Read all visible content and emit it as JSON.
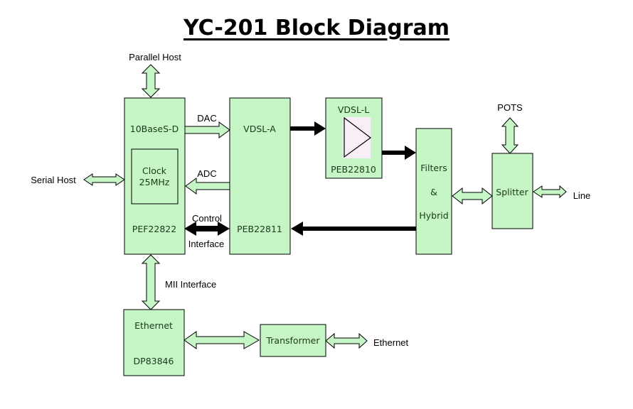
{
  "title": "YC-201  Block Diagram",
  "colors": {
    "block_fill": "#c6f5c6",
    "amp_fill": "#f8eef8",
    "line": "#000000"
  },
  "blocks": {
    "pef": {
      "top": "10BaseS-D",
      "bottom": "PEF22822"
    },
    "clock": {
      "line1": "Clock",
      "line2": "25MHz"
    },
    "vdsl_a": {
      "top": "VDSL-A",
      "bottom": "PEB22811"
    },
    "vdsl_l": {
      "top": "VDSL-L",
      "bottom": "PEB22810"
    },
    "filters": {
      "line1": "Filters",
      "line2": "&",
      "line3": "Hybrid"
    },
    "splitter": {
      "label": "Splitter"
    },
    "ethernet_phy": {
      "top": "Ethernet",
      "bottom": "DP83846"
    },
    "transformer": {
      "label": "Transformer"
    }
  },
  "labels": {
    "parallel_host": "Parallel Host",
    "serial_host": "Serial Host",
    "dac": "DAC",
    "adc": "ADC",
    "control": "Control",
    "interface": "Interface",
    "pots": "POTS",
    "line": "Line",
    "mii_interface": "MII Interface",
    "ethernet_out": "Ethernet"
  }
}
